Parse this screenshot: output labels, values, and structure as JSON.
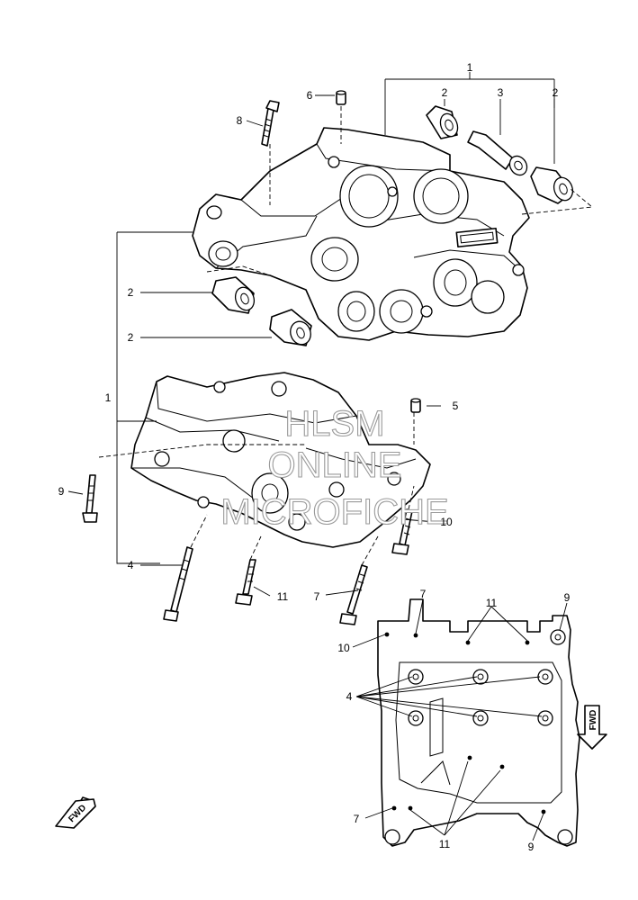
{
  "callouts": {
    "c1_top": "1",
    "c2_top_left": "2",
    "c3_top": "3",
    "c2_top_right": "2",
    "c6": "6",
    "c8": "8",
    "c2_mid_a": "2",
    "c2_mid_b": "2",
    "c1_left": "1",
    "c5": "5",
    "c9_left": "9",
    "c10_mid": "10",
    "c4_left": "4",
    "c11_mid": "11",
    "c7_mid": "7",
    "c7_bot_top": "7",
    "c11_bot_top": "11",
    "c9_bot_top": "9",
    "c10_bot": "10",
    "c4_bot": "4",
    "c7_bot": "7",
    "c11_bot": "11",
    "c9_bot": "9"
  },
  "watermark": {
    "line1": "HLSM",
    "line2": "ONLINE",
    "line3": "MICROFICHE"
  },
  "fwd": {
    "right_label": "FWD",
    "left_label": "FWD"
  }
}
